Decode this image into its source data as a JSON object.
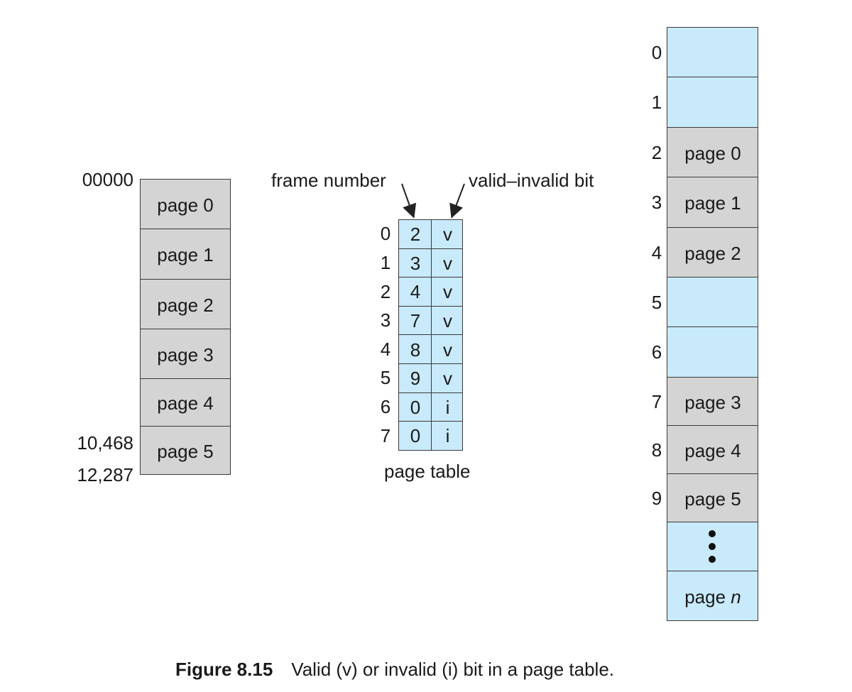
{
  "logical_memory": {
    "pages": [
      "page 0",
      "page 1",
      "page 2",
      "page 3",
      "page 4",
      "page 5"
    ],
    "addresses": {
      "start": "00000",
      "last_page_start": "10,468",
      "end": "12,287"
    }
  },
  "page_table": {
    "caption": "page table",
    "frame_number_label": "frame number",
    "valid_invalid_label": "valid–invalid bit",
    "rows": [
      {
        "index": "0",
        "frame": "2",
        "bit": "v"
      },
      {
        "index": "1",
        "frame": "3",
        "bit": "v"
      },
      {
        "index": "2",
        "frame": "4",
        "bit": "v"
      },
      {
        "index": "3",
        "frame": "7",
        "bit": "v"
      },
      {
        "index": "4",
        "frame": "8",
        "bit": "v"
      },
      {
        "index": "5",
        "frame": "9",
        "bit": "v"
      },
      {
        "index": "6",
        "frame": "0",
        "bit": "i"
      },
      {
        "index": "7",
        "frame": "0",
        "bit": "i"
      }
    ]
  },
  "physical_memory": {
    "frames": [
      {
        "index": "0",
        "label": "",
        "filled": false
      },
      {
        "index": "1",
        "label": "",
        "filled": false
      },
      {
        "index": "2",
        "label": "page 0",
        "filled": true
      },
      {
        "index": "3",
        "label": "page 1",
        "filled": true
      },
      {
        "index": "4",
        "label": "page 2",
        "filled": true
      },
      {
        "index": "5",
        "label": "",
        "filled": false
      },
      {
        "index": "6",
        "label": "",
        "filled": false
      },
      {
        "index": "7",
        "label": "page 3",
        "filled": true
      },
      {
        "index": "8",
        "label": "page 4",
        "filled": true
      },
      {
        "index": "9",
        "label": "page 5",
        "filled": true
      }
    ],
    "last_frame_label_prefix": "page",
    "last_frame_label_var": "n"
  },
  "caption": {
    "figure": "Figure 8.15",
    "text": "Valid (v) or invalid (i) bit in a page table."
  },
  "colors": {
    "page_fill": "#d4d4d4",
    "free_fill": "#c8eafa",
    "border": "#3a3a3a"
  }
}
